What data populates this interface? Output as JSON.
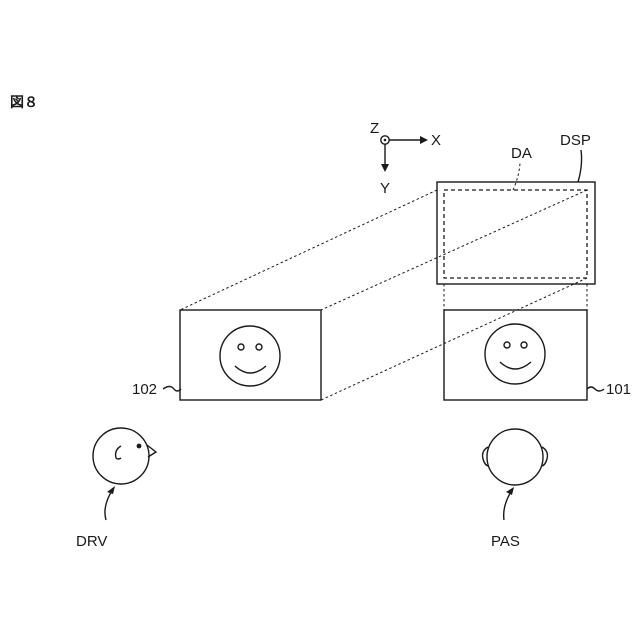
{
  "figure": {
    "label": "図８"
  },
  "axes": {
    "x_label": "X",
    "y_label": "Y",
    "z_label": "Z"
  },
  "labels": {
    "da": "DA",
    "dsp": "DSP",
    "ref_102": "102",
    "ref_101": "101",
    "drv": "DRV",
    "pas": "PAS"
  }
}
